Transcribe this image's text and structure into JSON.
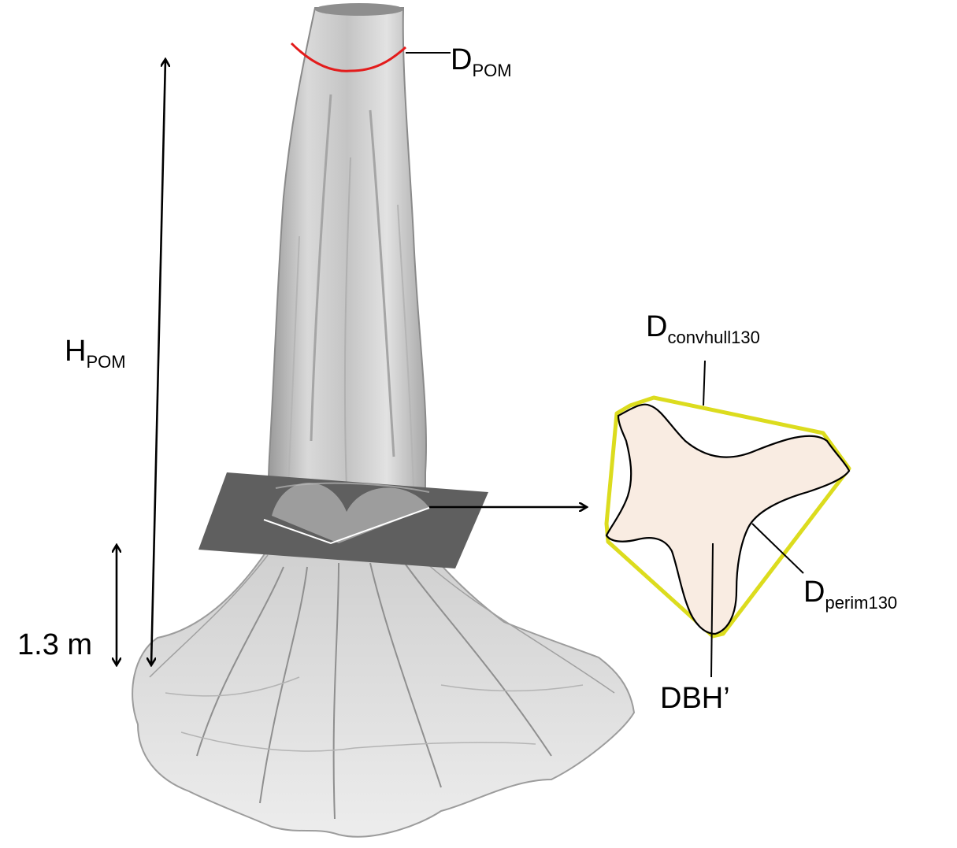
{
  "labels": {
    "d_pom": {
      "main": "D",
      "sub": "POM"
    },
    "h_pom": {
      "main": "H",
      "sub": "POM"
    },
    "height_marker": "1.3 m",
    "d_convhull": {
      "main": "D",
      "sub": "convhull130"
    },
    "d_perim": {
      "main": "D",
      "sub": "perim130"
    },
    "dbh": "DBH’"
  },
  "colors": {
    "trunk": "#dcdcdc",
    "trunk_shade": "#a9a9a9",
    "slice_plane": "#5f5f5f",
    "pom_ring": "#e31b1b",
    "convex_hull": "#dcdc1e",
    "cross_section_fill": "#f9ece2",
    "outline": "#000000"
  }
}
